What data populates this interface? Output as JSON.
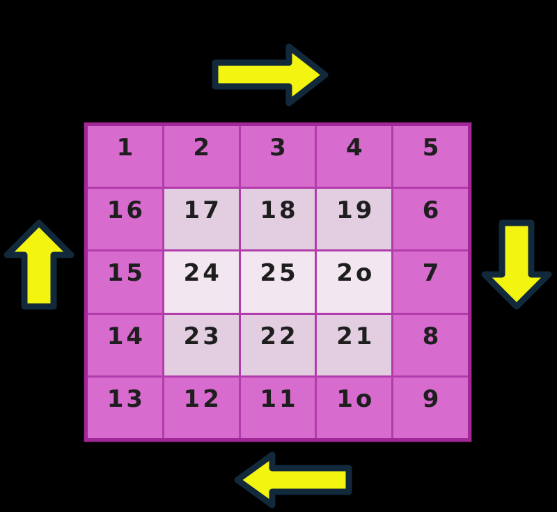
{
  "grid": {
    "rows": [
      [
        "1",
        "2",
        "3",
        "4",
        "5"
      ],
      [
        "16",
        "17",
        "18",
        "19",
        "6"
      ],
      [
        "15",
        "24",
        "25",
        "2o",
        "7"
      ],
      [
        "14",
        "23",
        "22",
        "21",
        "8"
      ],
      [
        "13",
        "12",
        "11",
        "1o",
        "9"
      ]
    ],
    "cell_shades": [
      [
        0,
        0,
        0,
        0,
        0
      ],
      [
        0,
        1,
        1,
        1,
        0
      ],
      [
        0,
        2,
        2,
        2,
        0
      ],
      [
        0,
        1,
        1,
        1,
        0
      ],
      [
        0,
        0,
        0,
        0,
        0
      ]
    ]
  },
  "arrows": [
    {
      "id": "arrow-top",
      "position": "top",
      "direction": "right"
    },
    {
      "id": "arrow-left",
      "position": "left",
      "direction": "up"
    },
    {
      "id": "arrow-right",
      "position": "right",
      "direction": "down"
    },
    {
      "id": "arrow-bottom",
      "position": "bottom",
      "direction": "left"
    }
  ],
  "colors": {
    "background": "#000000",
    "cell_outer": "#d76bce",
    "cell_mid": "#e2cee0",
    "cell_light": "#f2e7f0",
    "grid_line": "#b23cab",
    "grid_border": "#a02897",
    "number": "#1e1e1e",
    "arrow_fill": "#f4f411",
    "arrow_outline": "#11293b"
  }
}
